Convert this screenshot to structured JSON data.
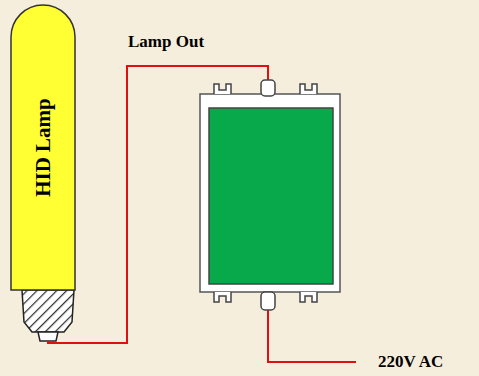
{
  "diagram": {
    "nodes": [
      {
        "text": [
          "HID Lamp"
        ]
      }
    ],
    "labels": [
      "Lamp Out",
      "220V AC"
    ]
  }
}
